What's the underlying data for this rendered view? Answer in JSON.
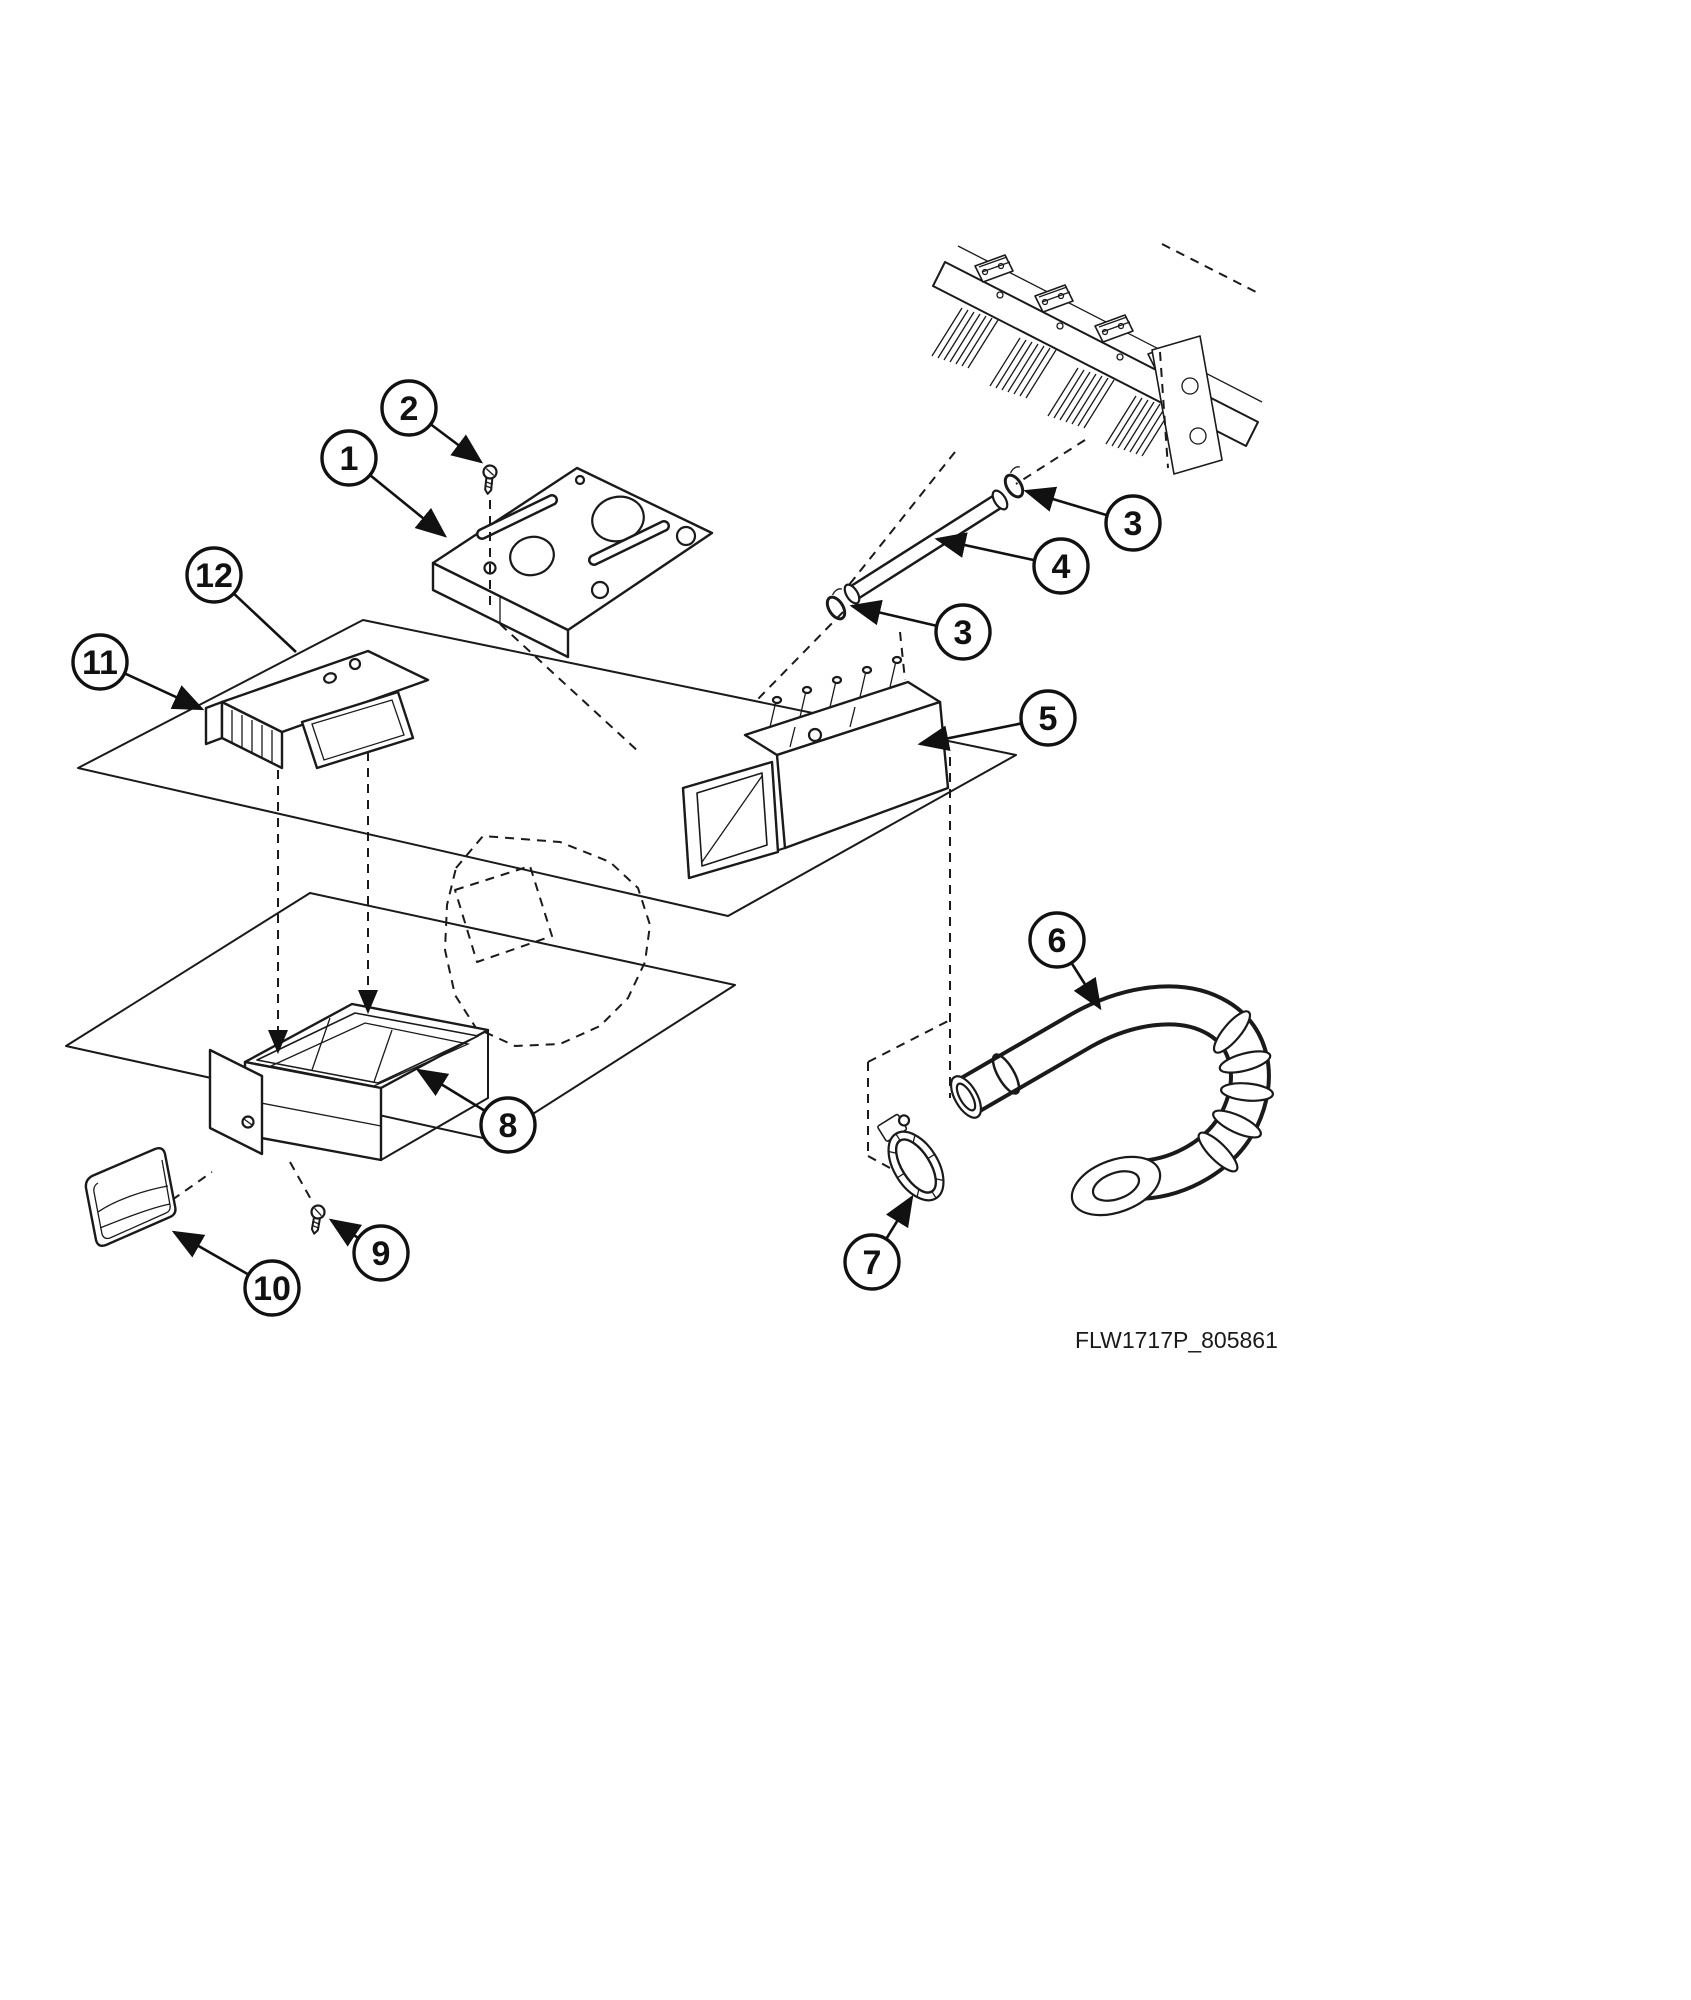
{
  "figure": {
    "code": "FLW1717P_805861"
  },
  "callouts": [
    {
      "label": "1"
    },
    {
      "label": "2"
    },
    {
      "label": "3"
    },
    {
      "label": "4"
    },
    {
      "label": "3"
    },
    {
      "label": "5"
    },
    {
      "label": "6"
    },
    {
      "label": "7"
    },
    {
      "label": "8"
    },
    {
      "label": "9"
    },
    {
      "label": "10"
    },
    {
      "label": "11"
    },
    {
      "label": "12"
    }
  ]
}
